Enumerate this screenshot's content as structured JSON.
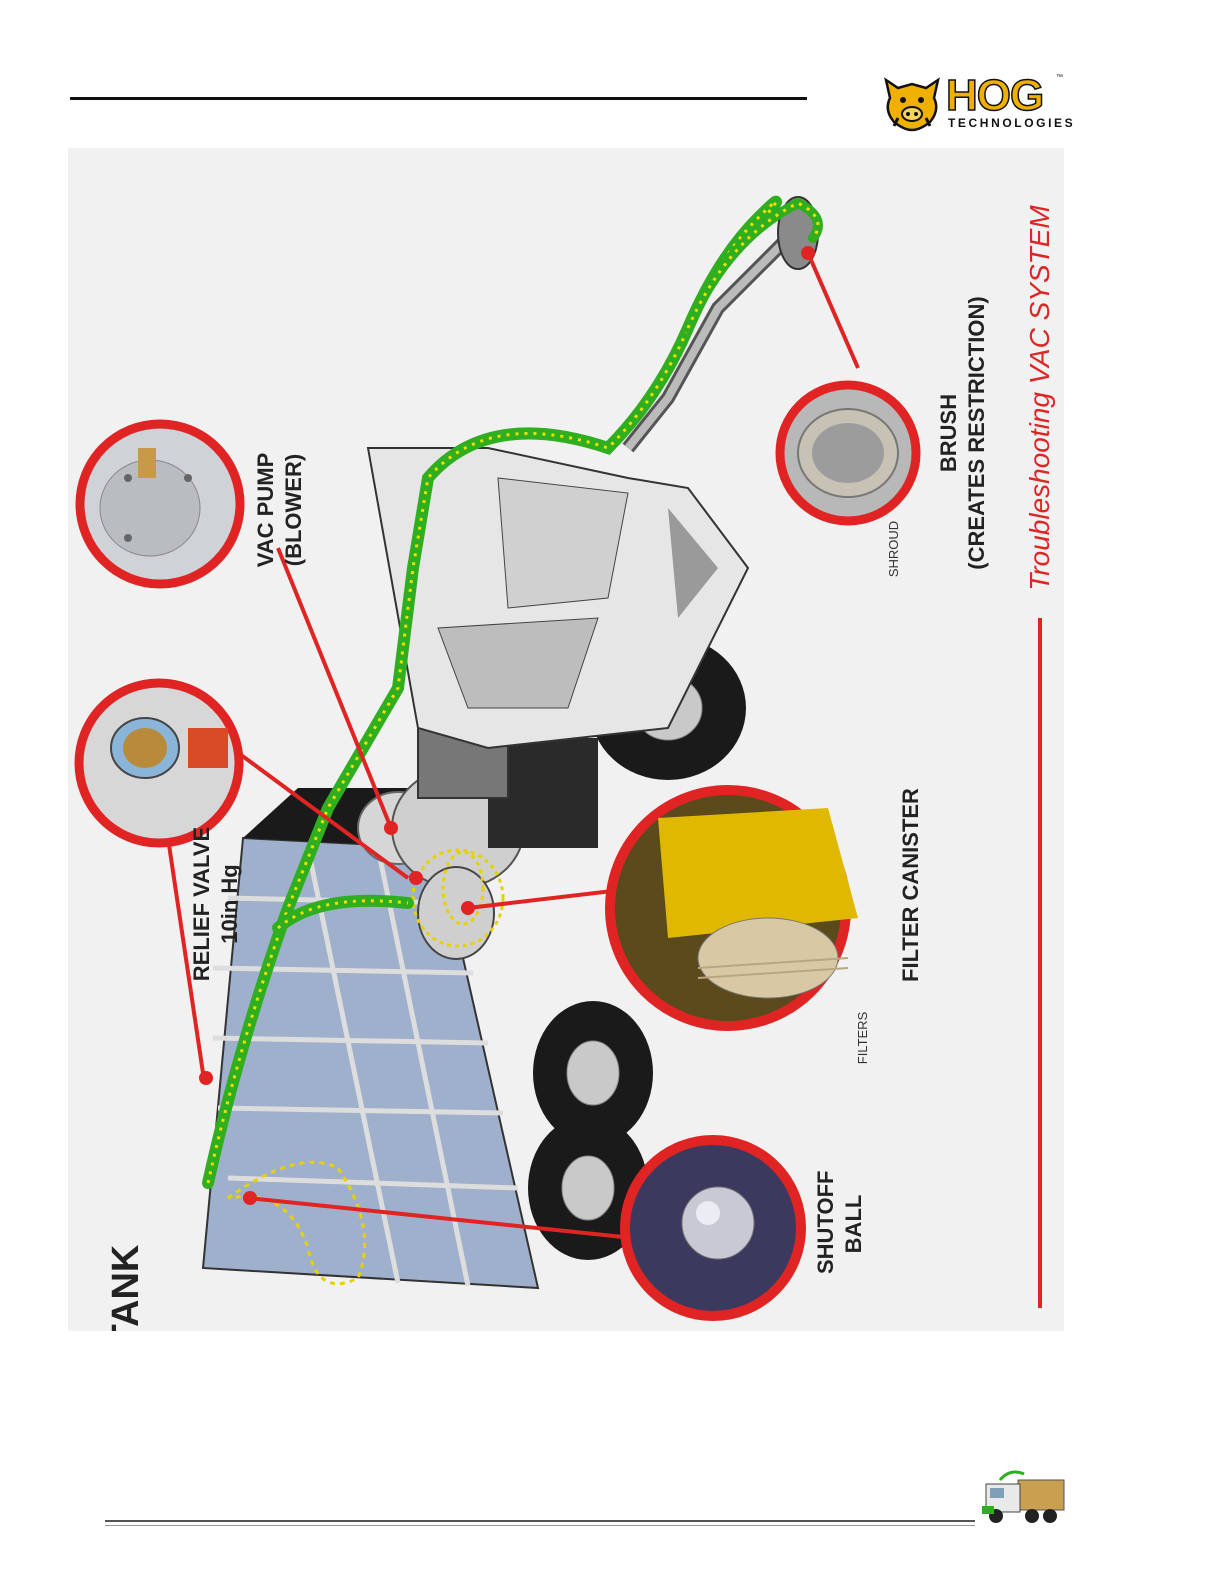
{
  "logo": {
    "word": "HOG",
    "sub": "TECHNOLOGIES",
    "tm": "™"
  },
  "labels": {
    "tank": "TANK",
    "relief_valve_line1": "RELIEF VALVE",
    "relief_valve_line2": "10in Hg",
    "vac_pump_line1": "VAC PUMP",
    "vac_pump_line2": "(BLOWER)",
    "brush_line1": "BRUSH",
    "brush_line2": "(CREATES RESTRICTION)",
    "shroud": "SHROUD",
    "filter_canister": "FILTER CANISTER",
    "filters": "FILTERS",
    "shutoff_line1": "SHUTOFF",
    "shutoff_line2": "BALL"
  },
  "title": "Troubleshooting VAC SYSTEM",
  "icons": {
    "logo": "hog-head-icon",
    "footer": "street-sweeper-truck-icon"
  },
  "colors": {
    "accent_red": "#e02424",
    "hose_green": "#2fae1f",
    "flow_yellow": "#f0e000",
    "logo_gold": "#f0b000"
  }
}
